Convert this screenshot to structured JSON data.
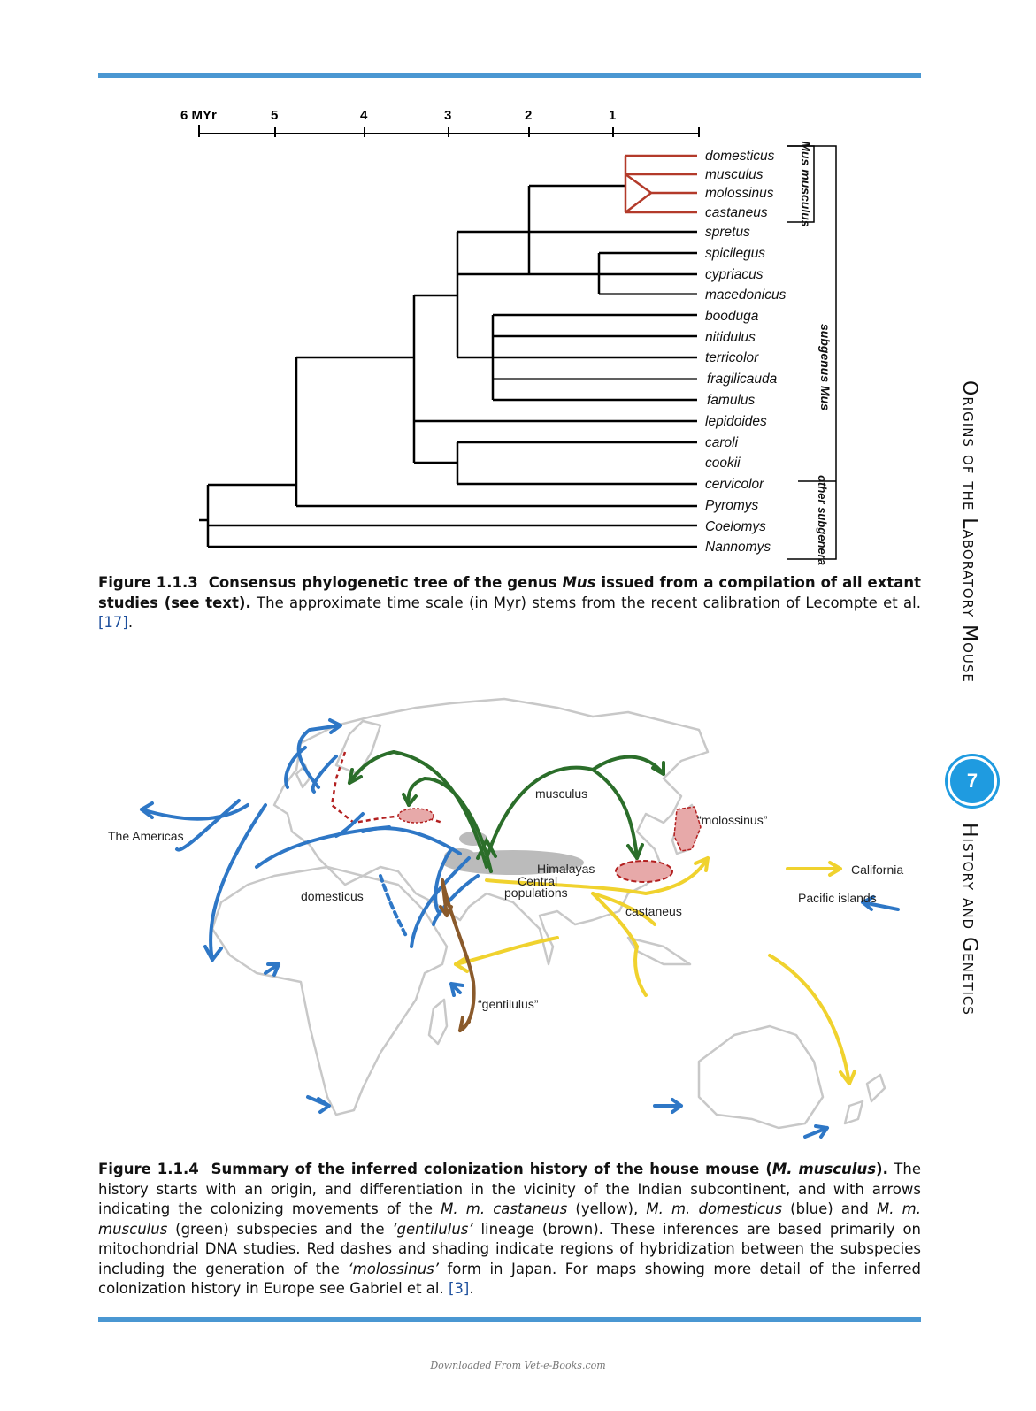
{
  "tree": {
    "scale_label": "6 MYr",
    "ticks": [
      "5",
      "4",
      "3",
      "2",
      "1"
    ],
    "taxa": [
      "domesticus",
      "musculus",
      "molossinus",
      "castaneus",
      "spretus",
      "spicilegus",
      "cypriacus",
      "macedonicus",
      "booduga",
      "nitidulus",
      "terricolor",
      "fragilicauda",
      "famulus",
      "lepidoides",
      "caroli",
      "cookii",
      "cervicolor",
      "Pyromys",
      "Coelomys",
      "Nannomys"
    ],
    "group_mus_musculus": "Mus musculus",
    "group_subgenus_mus": "subgenus Mus",
    "group_other_subgenera": "other subgenera",
    "colors": {
      "tree_line": "#000000",
      "musculus_clade": "#b33a2a"
    }
  },
  "fig113": {
    "label": "Figure 1.1.3",
    "title_part1": "Consensus phylogenetic tree of the genus ",
    "title_genus": "Mus",
    "title_part2": " issued from a compilation of all extant studies (see text).",
    "body": " The approximate time scale (in Myr) stems from the recent calibration of Lecompte et al. ",
    "ref": "[17]",
    "end": "."
  },
  "map": {
    "labels": {
      "americas": "The Americas",
      "domesticus": "domesticus",
      "musculus": "musculus",
      "molossinus": "“molossinus”",
      "himalayas": "Himalayas",
      "central": "Central",
      "populations": "populations",
      "castaneus": "castaneus",
      "california": "California",
      "pacific": "Pacific islands",
      "gentilulus": "“gentilulus”"
    },
    "colors": {
      "castaneus": "#f0d22e",
      "domesticus": "#2e77c6",
      "musculus": "#2b6e2a",
      "gentilulus": "#8a5a2b",
      "hybrid": "#b32020",
      "land": "#c8c8c8"
    }
  },
  "fig114": {
    "label": "Figure 1.1.4",
    "title_part1": "Summary of the inferred colonization history of the house mouse (",
    "title_species": "M. musculus",
    "title_part2": ").",
    "s1": " The history starts with an origin, and differentiation in the vicinity of the Indian subcontinent, and with arrows indicating the colonizing movements of the ",
    "sp1": "M. m. castaneus",
    "s2": " (yellow), ",
    "sp2": "M. m. domesticus",
    "s3": " (blue) and ",
    "sp3": "M. m. musculus",
    "s4": " (green) subspecies and the ",
    "sp4": "‘gentilulus’",
    "s5": " lineage (brown). These inferences are based primarily on mitochondrial DNA studies. Red dashes and shading indicate regions of hybridization between the subspecies including the generation of the ",
    "sp5": "‘molossinus’",
    "s6": " form in Japan. For maps showing more detail of the inferred colonization history in Europe see Gabriel et al. ",
    "ref": "[3]",
    "end": "."
  },
  "sidebar": {
    "title": "Origins of the Laboratory Mouse",
    "page_number": "7",
    "subtitle": "History and Genetics"
  },
  "footer": {
    "watermark": "Downloaded From Vet-e-Books.com"
  }
}
